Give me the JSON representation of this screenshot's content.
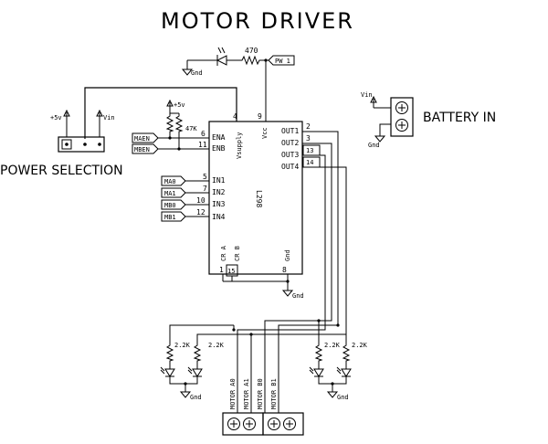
{
  "title": "MOTOR DRIVER",
  "power_selection_label": "POWER SELECTION",
  "battery_label": "BATTERY IN",
  "chip": {
    "part": "L298",
    "pins_left": [
      "ENA",
      "ENB",
      "IN1",
      "IN2",
      "IN3",
      "IN4"
    ],
    "pins_right": [
      "OUT1",
      "OUT2",
      "OUT3",
      "OUT4"
    ],
    "top_labels": [
      "Vsupply",
      "Vcc"
    ],
    "bottom_labels": [
      "CR A",
      "CR B",
      "Gnd"
    ],
    "pin_numbers": {
      "ena": "6",
      "enb": "11",
      "in1": "5",
      "in2": "7",
      "in3": "10",
      "in4": "12",
      "vsupply": "4",
      "vcc": "9",
      "out1": "2",
      "out2": "3",
      "out3": "13",
      "out4": "14",
      "cra": "1",
      "crb": "15",
      "gnd": "8"
    }
  },
  "net_labels": {
    "pw1": "PW 1",
    "maen": "MAEN",
    "mben": "MBEN",
    "ma0": "MA0",
    "ma1": "MA1",
    "mb0": "MB0",
    "mb1": "MB1"
  },
  "power": {
    "plus5v": "+5v",
    "vin": "Vin",
    "gnd": "Gnd"
  },
  "resistors": {
    "r470": "470",
    "r47k": "47K",
    "r22k": "2.2K"
  },
  "motor_labels": [
    "MOTOR A0",
    "MOTOR A1",
    "MOTOR B0",
    "MOTOR B1"
  ],
  "icons": [
    "led-icon",
    "resistor-icon",
    "ground-icon",
    "power-arrow-icon",
    "screw-terminal-icon",
    "jumper-header-icon"
  ]
}
